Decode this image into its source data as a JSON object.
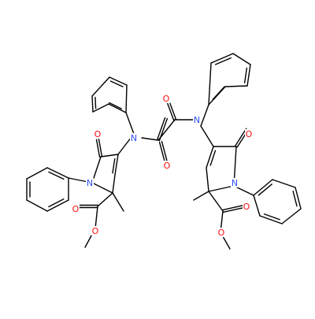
{
  "molecule": {
    "atom_labels": {
      "o_oxalyl_a": "O",
      "o_oxalyl_b": "O",
      "n_amide_left": "N",
      "n_amide_right": "N",
      "o_lactam_left": "O",
      "o_lactam_right": "O",
      "n_ring_left": "N",
      "n_ring_right": "N",
      "o_ester_carbonyl_left": "O",
      "o_ester_ether_left": "O",
      "o_ester_carbonyl_right": "O",
      "o_ester_ether_right": "O"
    },
    "colors": {
      "bond": "#000000",
      "oxygen": "#ff0d0d",
      "nitrogen": "#3050f8",
      "background": "#ffffff"
    }
  }
}
